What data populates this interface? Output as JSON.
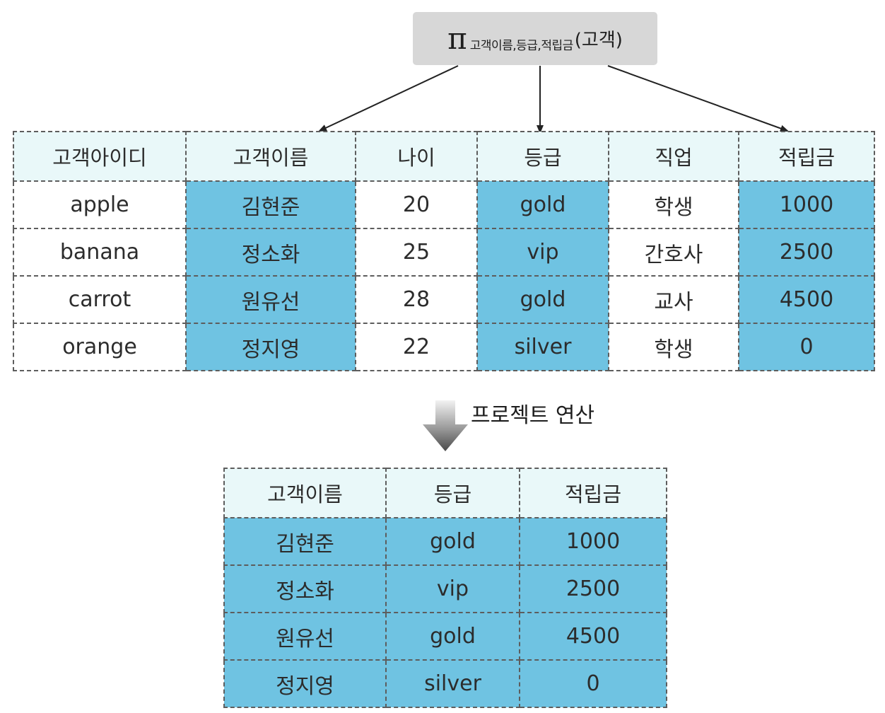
{
  "formula": {
    "symbol": "π",
    "subscript": "고객이름,등급,적립금",
    "argument": "(고객)"
  },
  "source_table": {
    "columns": [
      "고객아이디",
      "고객이름",
      "나이",
      "등급",
      "직업",
      "적립금"
    ],
    "highlighted_columns": [
      "고객이름",
      "등급",
      "적립금"
    ],
    "rows": [
      [
        "apple",
        "김현준",
        "20",
        "gold",
        "학생",
        "1000"
      ],
      [
        "banana",
        "정소화",
        "25",
        "vip",
        "간호사",
        "2500"
      ],
      [
        "carrot",
        "원유선",
        "28",
        "gold",
        "교사",
        "4500"
      ],
      [
        "orange",
        "정지영",
        "22",
        "silver",
        "학생",
        "0"
      ]
    ]
  },
  "operation_label": "프로젝트 연산",
  "result_table": {
    "columns": [
      "고객이름",
      "등급",
      "적립금"
    ],
    "rows": [
      [
        "김현준",
        "gold",
        "1000"
      ],
      [
        "정소화",
        "vip",
        "2500"
      ],
      [
        "원유선",
        "gold",
        "4500"
      ],
      [
        "정지영",
        "silver",
        "0"
      ]
    ]
  },
  "colors": {
    "highlight": "#6fc3e2",
    "header": "#e9f8f9",
    "formula_box": "#d7d7d7"
  }
}
